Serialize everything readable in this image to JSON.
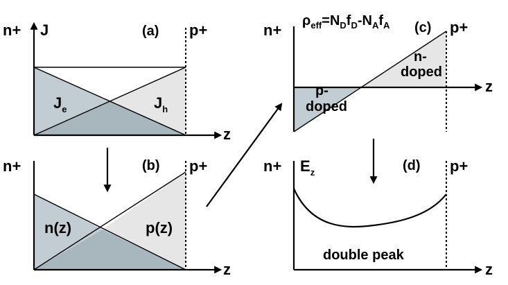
{
  "colors": {
    "electron_fill": "#c2cdd3",
    "overlap_fill": "#a8b6be",
    "hole_fill": "#e6e6e6",
    "line": "#000000"
  },
  "panel_a": {
    "left_label": "n+",
    "y_label": "J",
    "tag": "(a)",
    "right_label": "p+",
    "x_label": "z",
    "electron_label": "J",
    "electron_sub": "e",
    "hole_label": "J",
    "hole_sub": "h"
  },
  "panel_b": {
    "left_label": "n+",
    "tag": "(b)",
    "right_label": "p+",
    "x_label": "z",
    "electron_label": "n(z)",
    "hole_label": "p(z)"
  },
  "panel_c": {
    "left_label": "n+",
    "right_label": "p+",
    "tag": "(c)",
    "x_label": "z",
    "formula": {
      "rho": "ρ",
      "rho_sub": "eff",
      "eq": "=N",
      "nd_sub": "D",
      "f1": "f",
      "fd_sub": "D",
      "minus": "-N",
      "na_sub": "A",
      "f2": "f",
      "fa_sub": "A"
    },
    "n_doped_line1": "n-",
    "n_doped_line2": "doped",
    "p_doped_line1": "p-",
    "p_doped_line2": "doped"
  },
  "panel_d": {
    "left_label": "n+",
    "y_label": "E",
    "y_sub": "z",
    "tag": "(d)",
    "right_label": "p+",
    "x_label": "z",
    "curve_label": "double peak"
  }
}
